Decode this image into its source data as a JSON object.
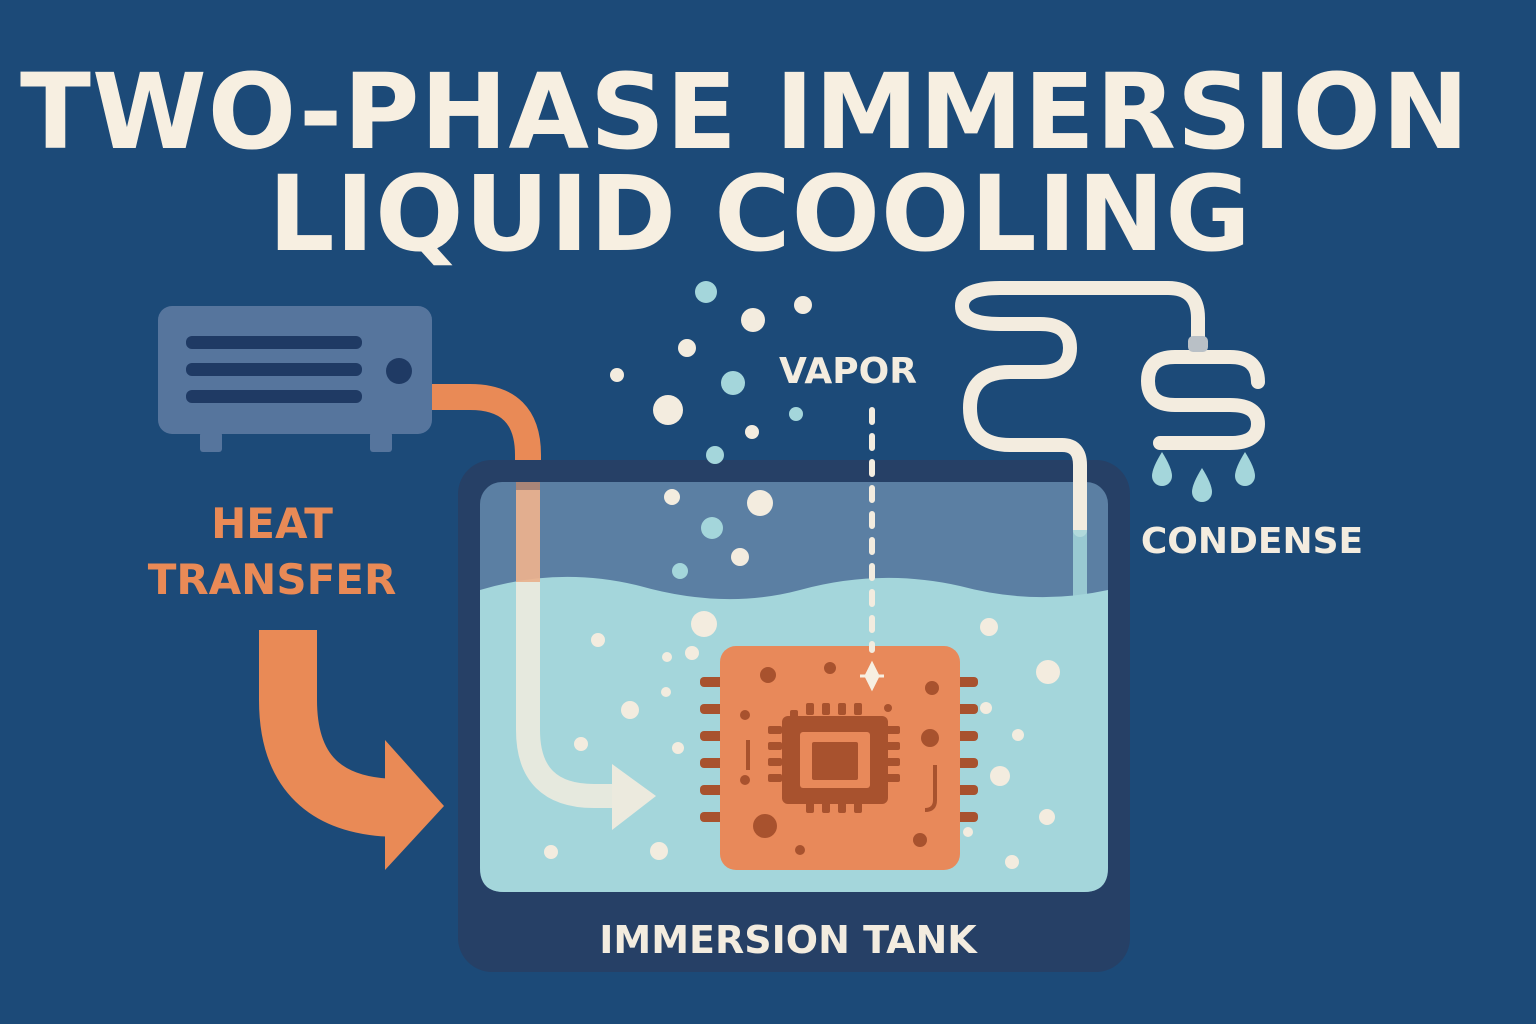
{
  "title": {
    "line1": "TWO-PHASE IMMERSION",
    "line2": "LIQUID COOLING"
  },
  "labels": {
    "heat_line1": "HEAT",
    "heat_line2": "TRANSFER",
    "vapor": "VAPOR",
    "condense": "CONDENSE",
    "tank": "IMMERSION TANK"
  },
  "colors": {
    "background": "#1c4a78",
    "title": "#f7efe1",
    "heat": "#e98a56",
    "liquid": "#a4d6db",
    "tank_frame": "#264066",
    "chip": "#e8895a",
    "chip_detail": "#a8522e",
    "server": "#56759d"
  },
  "icons": [
    "server-icon",
    "heat-arrow-icon",
    "condenser-coil-icon",
    "droplet-icon",
    "cpu-chip-icon",
    "vapor-bubble-icon"
  ]
}
